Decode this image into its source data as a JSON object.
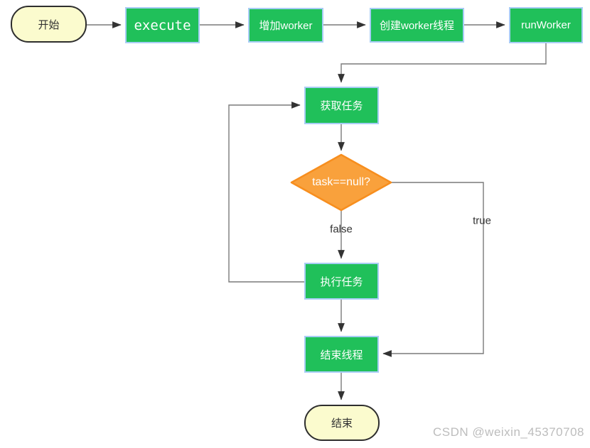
{
  "diagram": {
    "type": "flowchart",
    "nodes": [
      {
        "id": "start",
        "type": "terminator",
        "label": "开始"
      },
      {
        "id": "execute",
        "type": "process",
        "label": "execute"
      },
      {
        "id": "add-worker",
        "type": "process",
        "label": "增加worker"
      },
      {
        "id": "create-worker-thread",
        "type": "process",
        "label": "创建worker线程"
      },
      {
        "id": "run-worker",
        "type": "process",
        "label": "runWorker"
      },
      {
        "id": "get-task",
        "type": "process",
        "label": "获取任务"
      },
      {
        "id": "task-check",
        "type": "decision",
        "label": "task==null?"
      },
      {
        "id": "execute-task",
        "type": "process",
        "label": "执行任务"
      },
      {
        "id": "end-thread",
        "type": "process",
        "label": "结束线程"
      },
      {
        "id": "end",
        "type": "terminator",
        "label": "结束"
      }
    ],
    "edges": [
      {
        "from": "start",
        "to": "execute",
        "label": ""
      },
      {
        "from": "execute",
        "to": "add-worker",
        "label": ""
      },
      {
        "from": "add-worker",
        "to": "create-worker-thread",
        "label": ""
      },
      {
        "from": "create-worker-thread",
        "to": "run-worker",
        "label": ""
      },
      {
        "from": "run-worker",
        "to": "get-task",
        "label": ""
      },
      {
        "from": "get-task",
        "to": "task-check",
        "label": ""
      },
      {
        "from": "task-check",
        "to": "execute-task",
        "label": "false"
      },
      {
        "from": "task-check",
        "to": "end-thread",
        "label": "true"
      },
      {
        "from": "execute-task",
        "to": "get-task",
        "label": ""
      },
      {
        "from": "execute-task",
        "to": "end-thread",
        "label": ""
      },
      {
        "from": "end-thread",
        "to": "end",
        "label": ""
      }
    ],
    "colors": {
      "process_fill": "#20C05A",
      "process_border": "#A8CDF5",
      "decision_fill": "#F9A13C",
      "decision_border": "#F78E1E",
      "terminator_fill": "#FBFBCE",
      "terminator_border": "#2E2E2E",
      "connector_line": "#7A7A7A",
      "arrowhead": "#333333",
      "edge_label_text": "#333333",
      "watermark_text": "#BDBDBD"
    }
  },
  "watermark": {
    "text": "CSDN @weixin_45370708"
  }
}
